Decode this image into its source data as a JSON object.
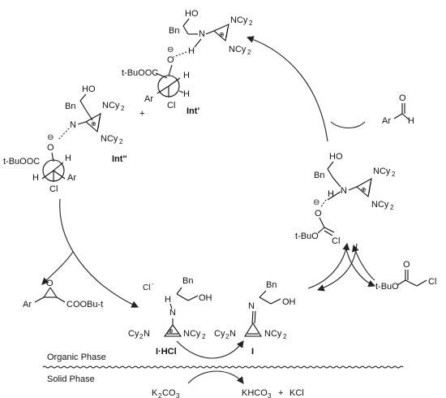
{
  "labels": {
    "int_prime": "Int'",
    "int_dprime": "Int''",
    "cat_hcl": "I·HCl",
    "cat": "I",
    "plus1": "+",
    "plus2": "+",
    "organic_phase": "Organic Phase",
    "solid_phase": "Solid Phase"
  },
  "atoms": {
    "ho": "HO",
    "oh": "OH",
    "bn": "Bn",
    "n": "N",
    "h": "H",
    "o": "O",
    "cl": "Cl",
    "cl_minus": "Cl",
    "ar": "Ar",
    "minus": "⊖",
    "plus_charge": "⊕",
    "ncy2": "NCy",
    "cy2n": "Cy",
    "sub2": "2",
    "tBuOOC": "t-BuOOC",
    "tBuO": "t-BuO",
    "tBuO_ester": "t-BuO",
    "cooBu": "COOBu-t"
  },
  "reagents": {
    "k2co3": "K",
    "k2co3_sub": "2",
    "k2co3_tail": "CO",
    "k2co3_sub3": "3",
    "khco3": "KHCO",
    "khco3_sub": "3",
    "kcl": "KCl"
  }
}
